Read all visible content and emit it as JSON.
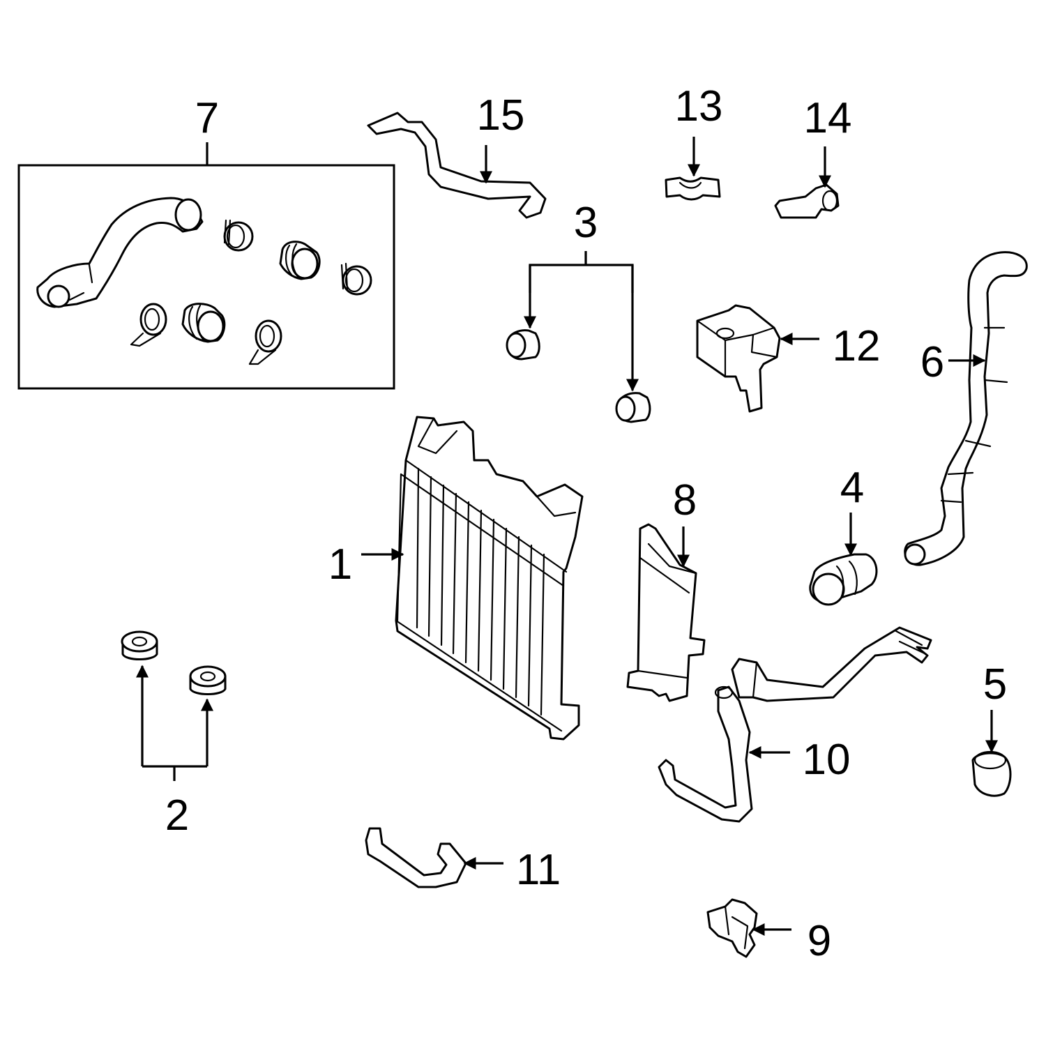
{
  "diagram": {
    "type": "exploded-parts-diagram",
    "line_color": "#000000",
    "background": "#ffffff",
    "callouts": [
      {
        "id": "1",
        "label": "1",
        "part": "radiator"
      },
      {
        "id": "2",
        "label": "2",
        "part": "lower-mount-insulators"
      },
      {
        "id": "3",
        "label": "3",
        "part": "upper-mount-insulators"
      },
      {
        "id": "4",
        "label": "4",
        "part": "hose-coupler"
      },
      {
        "id": "5",
        "label": "5",
        "part": "hose-clamp"
      },
      {
        "id": "6",
        "label": "6",
        "part": "lower-radiator-hose"
      },
      {
        "id": "7",
        "label": "7",
        "part": "upper-hose-kit"
      },
      {
        "id": "8",
        "label": "8",
        "part": "auxiliary-cooler"
      },
      {
        "id": "9",
        "label": "9",
        "part": "thermostat-housing"
      },
      {
        "id": "10",
        "label": "10",
        "part": "cooler-lines"
      },
      {
        "id": "11",
        "label": "11",
        "part": "bypass-hose"
      },
      {
        "id": "12",
        "label": "12",
        "part": "bracket"
      },
      {
        "id": "13",
        "label": "13",
        "part": "clip"
      },
      {
        "id": "14",
        "label": "14",
        "part": "vent-hose"
      },
      {
        "id": "15",
        "label": "15",
        "part": "bleed-line"
      }
    ]
  }
}
